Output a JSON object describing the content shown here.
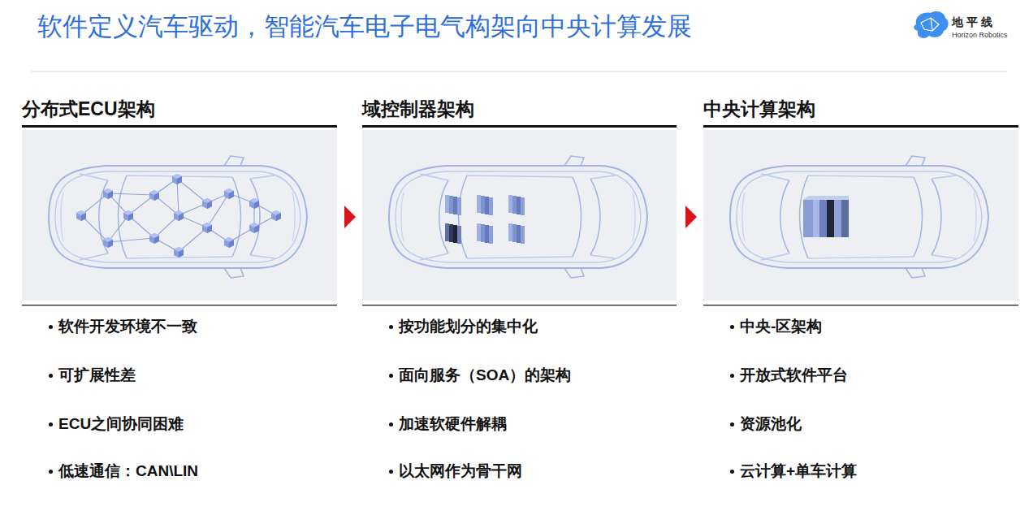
{
  "diagram": {
    "title": "软件定义汽车驱动，智能汽车电子电气构架向中央计算发展",
    "nodes": [
      {
        "text": [
          "分布式ECU架构",
          "软件开发环境不一致",
          "可扩展性差",
          "ECU之间协同困难",
          "低速通信：CAN\\LIN"
        ]
      },
      {
        "text": [
          "域控制器架构",
          "按功能划分的集中化",
          "面向服务（SOA）的架构",
          "加速软硬件解耦",
          "以太网作为骨干网"
        ]
      },
      {
        "text": [
          "中央计算架构",
          "中央-区架构",
          "开放式软件平台",
          "资源池化",
          "云计算+单车计算"
        ]
      }
    ],
    "edges": [
      {
        "from": 0,
        "to": 1,
        "arrow": "to"
      },
      {
        "from": 1,
        "to": 2,
        "arrow": "to"
      }
    ],
    "labels": [
      "地平线",
      "Horizon Robotics"
    ]
  }
}
